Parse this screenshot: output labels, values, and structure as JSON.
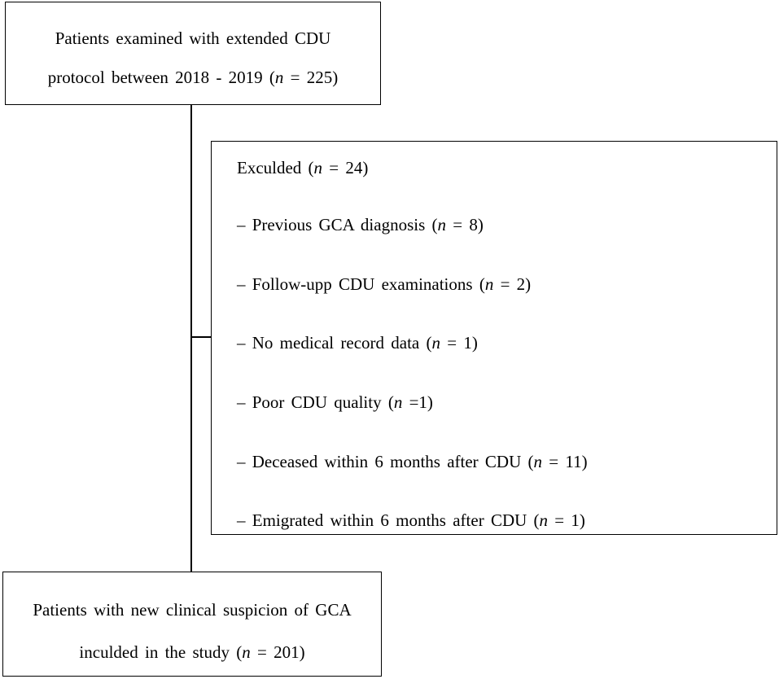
{
  "top_box": {
    "line1": "Patients examined with extended CDU",
    "line2_prefix": "protocol between 2018 - 2019 (",
    "n_symbol": "n",
    "line2_suffix": " = 225)"
  },
  "excluded_box": {
    "heading_prefix": "Exculded  (",
    "heading_n": "n",
    "heading_suffix": " = 24)",
    "items": [
      {
        "prefix": "– Previous GCA diagnosis (",
        "n": "n",
        "suffix": " = 8)"
      },
      {
        "prefix": "– Follow-upp  CDU examinations  (",
        "n": "n",
        "suffix": " = 2)"
      },
      {
        "prefix": "– No medical  record data (",
        "n": "n",
        "suffix": " = 1)"
      },
      {
        "prefix": "– Poor CDU quality  (",
        "n": "n",
        "suffix": " =1)"
      },
      {
        "prefix": "– Deceased within  6 months  after CDU (",
        "n": "n",
        "suffix": " = 11)"
      },
      {
        "prefix": "– Emigrated  within  6 months  after CDU (",
        "n": "n",
        "suffix": " = 1)"
      }
    ]
  },
  "bottom_box": {
    "line1": "Patients with new clinical  suspicion of GCA",
    "line2_prefix": "inculded  in the study (",
    "n_symbol": "n",
    "line2_suffix": " = 201)"
  }
}
